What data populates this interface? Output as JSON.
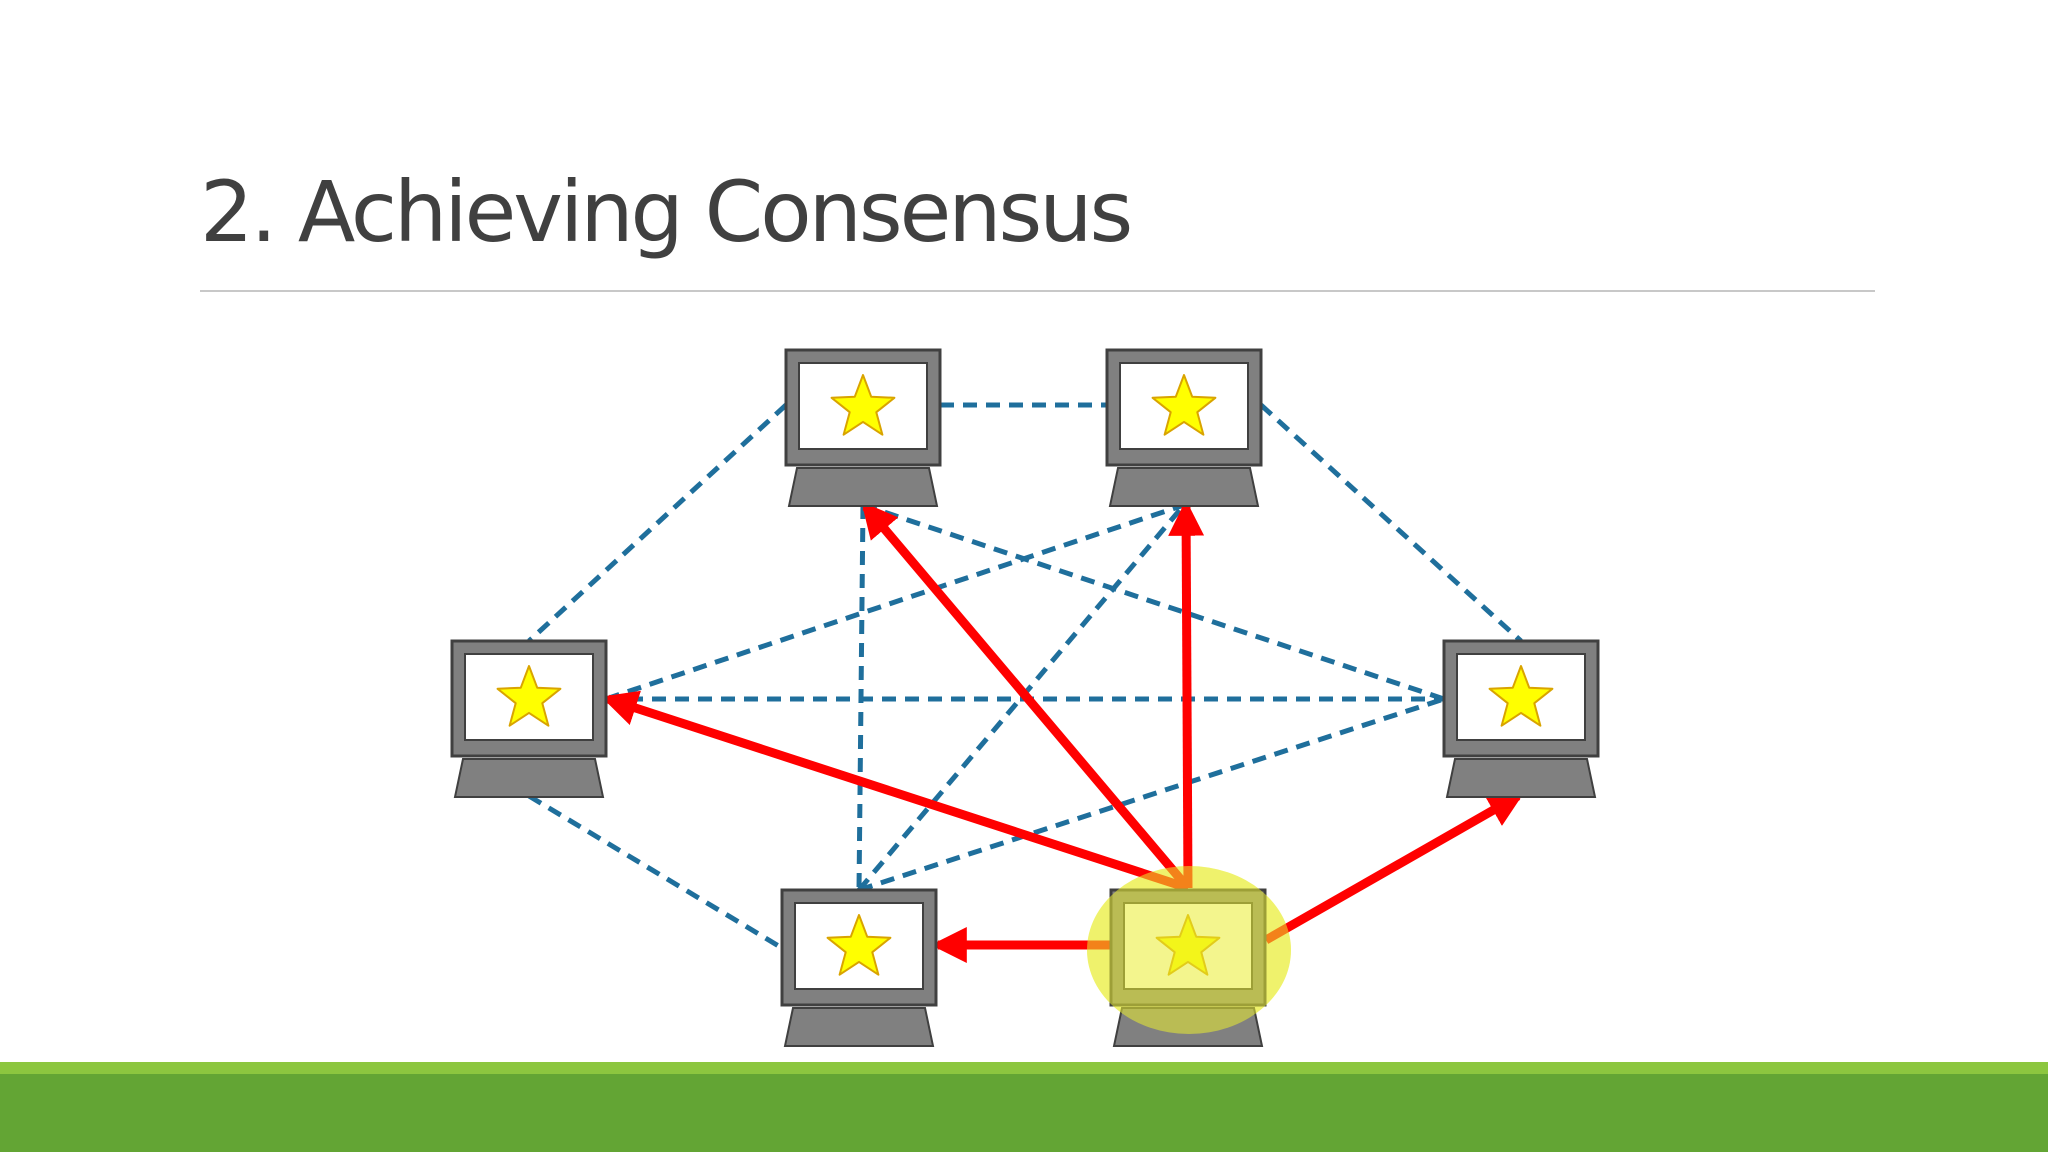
{
  "slide": {
    "title": "2. Achieving Consensus"
  },
  "colors": {
    "title_text": "#404040",
    "rule": "#c8c8c8",
    "peer_link": "#1f6f9c",
    "broadcast_arrow": "#ff0000",
    "origin_highlight": "#e9ec30",
    "monitor_frame": "#808080",
    "star_fill": "#ffff00",
    "star_stroke": "#d9a400",
    "footer_band": "#63a534",
    "footer_stripe": "#8cc63f"
  },
  "diagram": {
    "node_icon": "computer-star-icon",
    "nodes": [
      {
        "id": "top-left"
      },
      {
        "id": "top-right"
      },
      {
        "id": "mid-left"
      },
      {
        "id": "mid-right"
      },
      {
        "id": "bottom-left"
      },
      {
        "id": "bottom-right",
        "originator": true
      }
    ],
    "peer_links": [
      [
        "top-left",
        "top-right"
      ],
      [
        "top-left",
        "mid-left"
      ],
      [
        "top-right",
        "mid-right"
      ],
      [
        "mid-left",
        "bottom-left"
      ],
      [
        "mid-left",
        "mid-right"
      ],
      [
        "mid-left",
        "top-right"
      ],
      [
        "top-left",
        "mid-right"
      ],
      [
        "top-left",
        "bottom-left"
      ],
      [
        "bottom-left",
        "top-right"
      ],
      [
        "bottom-left",
        "mid-right"
      ]
    ],
    "broadcast_arrows": [
      [
        "bottom-right",
        "top-left"
      ],
      [
        "bottom-right",
        "top-right"
      ],
      [
        "bottom-right",
        "mid-left"
      ],
      [
        "bottom-right",
        "mid-right"
      ],
      [
        "bottom-right",
        "bottom-left"
      ]
    ]
  }
}
